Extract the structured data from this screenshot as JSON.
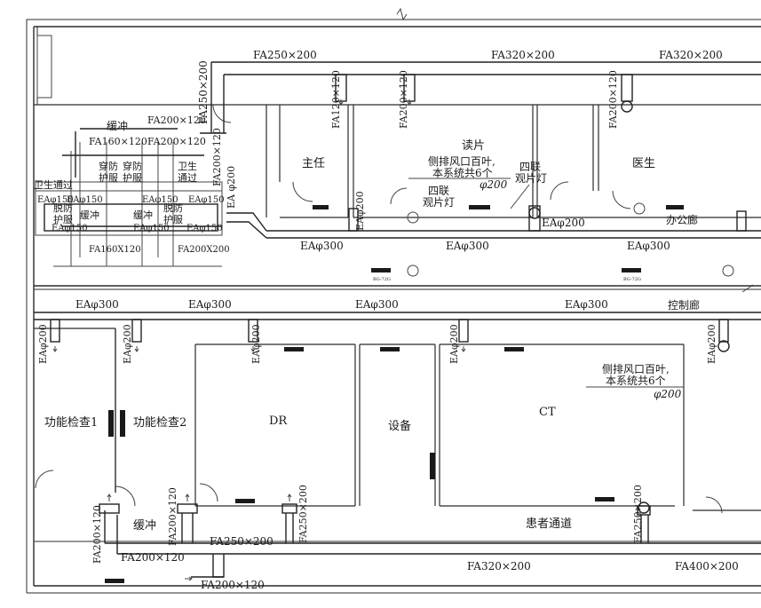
{
  "rooms": {
    "zhuren": "主任",
    "dupian": "读片",
    "yisheng": "医生",
    "bangonglang": "办公廊",
    "kongzhilang": "控制廊",
    "gongneng1": "功能检查1",
    "gongneng2": "功能检查2",
    "dr": "DR",
    "shebei": "设备",
    "ct": "CT",
    "huanzhe": "患者通道",
    "huanchong_bottom": "缓冲",
    "huanchong_top": "缓冲",
    "weisheng_left": "卫生通过",
    "weisheng_right_a": "卫生",
    "weisheng_right_b": "通过",
    "chuanfang1": "穿防",
    "chuanfang2": "穿防",
    "hufu1": "护服",
    "hufu2": "护服",
    "tuofang1": "脱防",
    "tuofang2": "脱防",
    "hufu3": "护服",
    "hufu4": "护服",
    "huanchong_mid1": "缓冲",
    "huanchong_mid2": "缓冲"
  },
  "notes": {
    "side_exhaust_a1": "侧排风口百叶,",
    "side_exhaust_a2": "本系统共6个",
    "side_exhaust_a3": "φ200",
    "side_exhaust_b1": "侧排风口百叶,",
    "side_exhaust_b2": "本系统共6个",
    "side_exhaust_b3": "φ200",
    "silian_a1": "四联",
    "silian_a2": "观片灯",
    "silian_b1": "四联",
    "silian_b2": "观片灯",
    "bg1": "BG-72G",
    "bg2": "BG-72G"
  },
  "ducts": {
    "fa250_top": "FA250×200",
    "fa320_top1": "FA320×200",
    "fa320_top2": "FA320×200",
    "fa250_vert": "FA250×200",
    "fa120_vert": "FA120×120",
    "fa200_vert1": "FA200×120",
    "fa200_vert2": "FA200×120",
    "fa200_vert3": "FA200×120",
    "fa200_h1": "FA200×120",
    "fa160": "FA160×120",
    "fa200_h2": "FA200×120",
    "ea200_v1": "EA φ200",
    "ea200_v2": "EAφ200",
    "ea200_h1": "EAφ200",
    "ea300_1": "EAφ300",
    "ea300_2": "EAφ300",
    "ea300_3": "EAφ300",
    "ea150_a": "EAφ150",
    "ea150_b": "EAφ150",
    "ea150_c": "EAφ150",
    "ea150_d": "EAφ150",
    "ea150_e": "EAφ150",
    "ea150_f": "EAφ150",
    "fa160_bot": "FA160X120",
    "fa200x200": "FA200X200",
    "ea150_g": "EAφ150",
    "ea300_b1": "EAφ300",
    "ea300_b2": "EAφ300",
    "ea300_b3": "EAφ300",
    "ea300_b4": "EAφ300",
    "ea200_b1": "EAφ200",
    "ea200_b2": "EAφ200",
    "ea200_b3": "EAφ200",
    "ea200_b4": "EAφ200",
    "ea200_b5": "EAφ200",
    "fa200_b1": "FA200×120",
    "fa200_b2": "FA200×120",
    "fa200_b3": "FA200×120",
    "fa200_b4": "FA200×120",
    "fa250_b1": "FA250×200",
    "fa250_b2": "FA250×200",
    "fa250_b3": "FA250×200",
    "fa320_bot": "FA320×200",
    "fa400_bot": "FA400×200"
  }
}
